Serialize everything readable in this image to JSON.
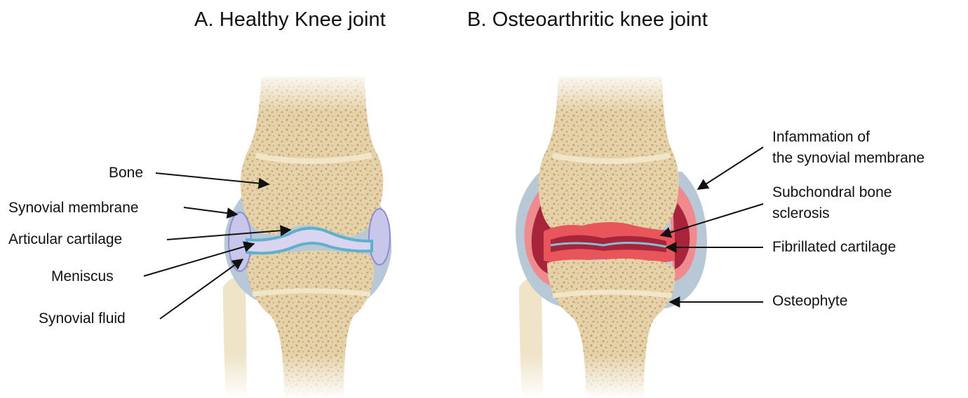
{
  "panel_a": {
    "title": "A. Healthy Knee joint",
    "labels": {
      "bone": "Bone",
      "synovial_membrane": "Synovial membrane",
      "articular_cartilage": "Articular cartilage",
      "meniscus": "Meniscus",
      "synovial_fluid": "Synovial fluid"
    }
  },
  "panel_b": {
    "title": "B. Osteoarthritic knee joint",
    "labels": {
      "inflammation_line1": "Infammation of",
      "inflammation_line2": "the synovial membrane",
      "sclerosis_line1": "Subchondral bone",
      "sclerosis_line2": "sclerosis",
      "fibrillated": "Fibrillated cartilage",
      "osteophyte": "Osteophyte"
    }
  },
  "colors": {
    "bone": "#e9d6b0",
    "bone_speckle": "#c9a97a",
    "capsule": "#b8c8d6",
    "synovial_healthy": "#c9c6ec",
    "cartilage": "#7fc2d8",
    "inflamed": "#e8555a",
    "inflamed_dark": "#a8243a"
  }
}
